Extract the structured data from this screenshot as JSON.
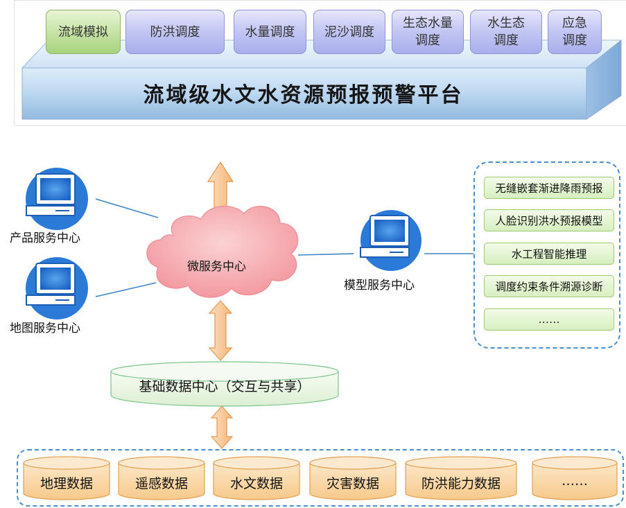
{
  "platform": {
    "title": "流域级水文水资源预报预警平台",
    "tabs": [
      {
        "label": "流域模拟",
        "active": true
      },
      {
        "label": "防洪调度",
        "active": false
      },
      {
        "label": "水量调度",
        "active": false
      },
      {
        "label": "泥沙调度",
        "active": false
      },
      {
        "label": "生态水量\n调度",
        "active": false
      },
      {
        "label": "水生态\n调度",
        "active": false
      },
      {
        "label": "应急\n调度",
        "active": false
      }
    ]
  },
  "nodes": {
    "product_center": "产品服务中心",
    "map_center": "地图服务中心",
    "microservice": "微服务中心",
    "model_center": "模型服务中心",
    "base_data_center": "基础数据中心（交互与共享）"
  },
  "models": [
    "无缝嵌套渐进降雨预报",
    "人脸识别洪水预报模型",
    "水工程智能推理",
    "调度约束条件溯源诊断",
    "……"
  ],
  "datasets": [
    "地理数据",
    "遥感数据",
    "水文数据",
    "灾害数据",
    "防洪能力数据",
    "……"
  ],
  "colors": {
    "tab_fill": "#b8bdf0",
    "tab_active_fill": "#b9dc92",
    "slab": "#a9c9ea",
    "cloud": "#f7b3b8",
    "arrow": "#f9c48e",
    "cylinder_data": "#fbd9a6",
    "cylinder_base": "#e9f7e3",
    "model_box": "#dff2cb",
    "dashed_border": "#4a8fd0",
    "computer": "#1d6fd0",
    "connector": "#3b85c7"
  }
}
